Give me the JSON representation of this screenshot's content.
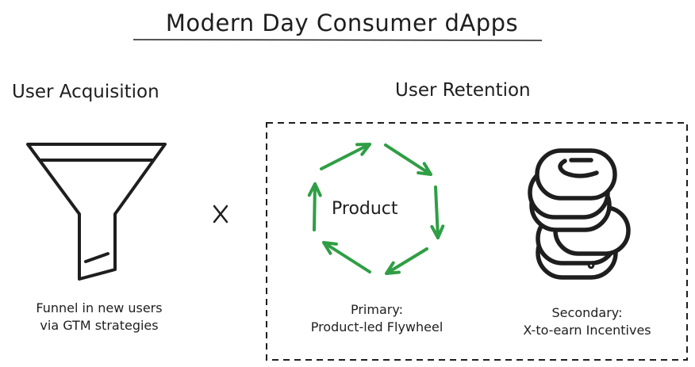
{
  "title": "Modern Day Consumer dApps",
  "acquisition": {
    "heading": "User Acquisition",
    "icon": "funnel-icon",
    "caption_line1": "Funnel in new users",
    "caption_line2": "via GTM strategies"
  },
  "operator": "X",
  "retention": {
    "heading": "User Retention",
    "primary": {
      "center_label": "Product",
      "icon": "flywheel-cycle-arrows",
      "caption_line1": "Primary:",
      "caption_line2": "Product-led Flywheel"
    },
    "secondary": {
      "icon": "coin-stack-icon",
      "caption_line1": "Secondary:",
      "caption_line2": "X-to-earn Incentives"
    }
  },
  "colors": {
    "ink": "#1e1e1e",
    "arrows": "#2f9e44"
  }
}
